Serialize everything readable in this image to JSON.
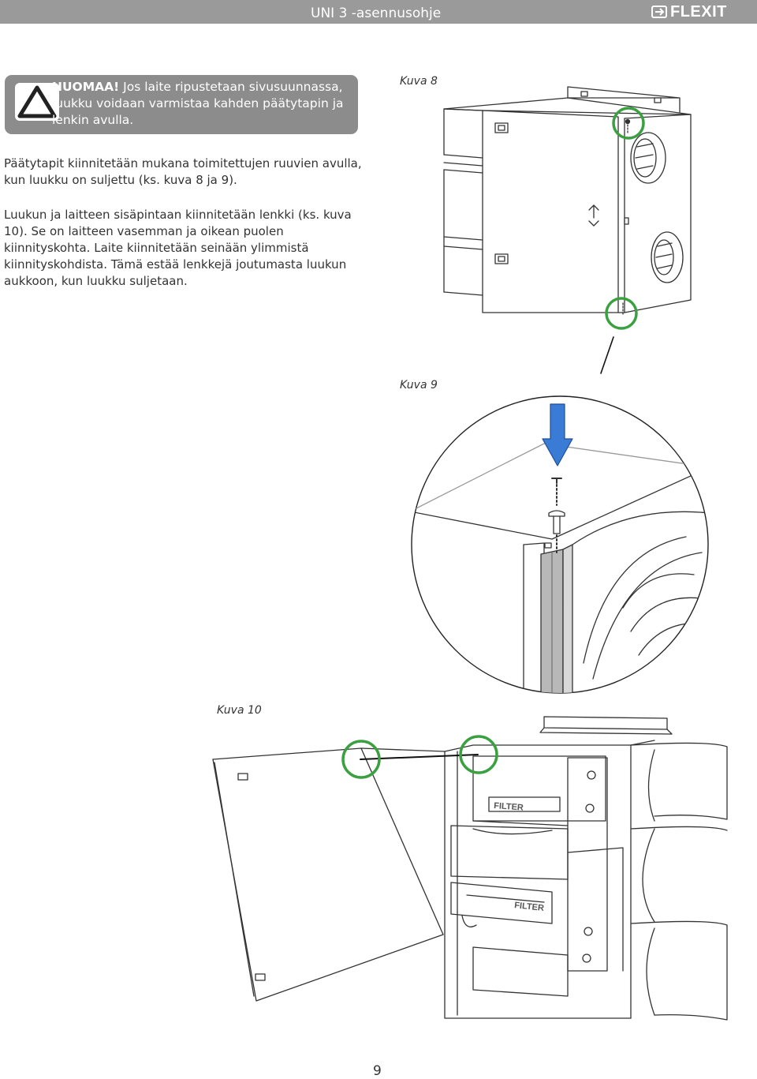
{
  "header": {
    "title": "UNI 3 -asennusohje",
    "brand": "FLEXIT",
    "background": "#9a9a9a"
  },
  "notice": {
    "icon": "warning-triangle-icon",
    "label": "HUOMAA!",
    "text": "Jos laite ripustetaan sivusuunnassa, luukku voidaan varmistaa kahden päätytapin ja lenkin avulla."
  },
  "paragraphs": [
    "Päätytapit kiinnitetään mukana toimitettujen ruuvien avulla, kun luukku on suljettu (ks. kuva 8 ja 9).",
    "Luukun ja laitteen sisäpintaan kiinnitetään lenkki (ks. kuva 10). Se on laitteen vasemman ja oikean puolen kiinnityskohta. Laite kiinnitetään seinään ylimmistä kiinnityskohdista. Tämä estää lenkkejä joutumasta luukun aukkoon, kun luukku suljetaan."
  ],
  "figures": {
    "kuva8": "Kuva 8",
    "kuva9": "Kuva 9",
    "kuva10": "Kuva 10"
  },
  "filter_labels": [
    "FILTER",
    "FILTER"
  ],
  "colors": {
    "highlight_circle": "#3aa040",
    "arrow": "#3a7bd5"
  },
  "page_number": "9"
}
